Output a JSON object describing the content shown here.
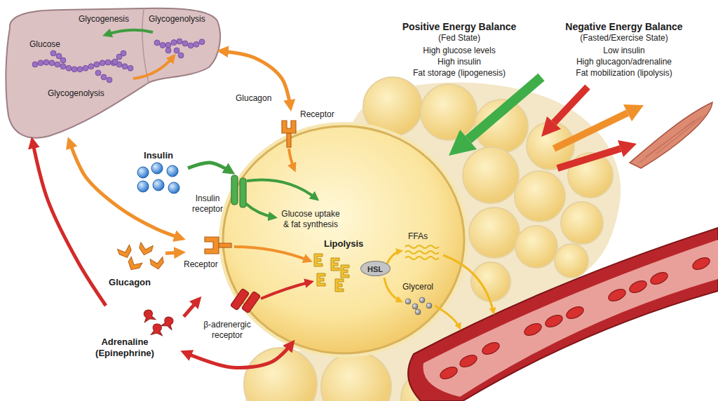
{
  "diagram": {
    "nodes": [
      {
        "text": [
          "Glycogenesis",
          "Glycogenolysis",
          "Glucose",
          "Glycogenolysis"
        ]
      },
      {
        "text": [
          "Glucose uptake & fat synthesis",
          "FFAs",
          "Lipolysis",
          "Glycerol"
        ]
      },
      {
        "text": [
          "Receptor"
        ],
        "in": 1
      },
      {
        "text": [
          "Insulin receptor"
        ],
        "in": 1
      },
      {
        "text": [
          "Receptor"
        ],
        "in": 1
      },
      {
        "text": [
          "β-adrenergic receptor"
        ],
        "in": 1
      },
      {
        "text": [
          "HSL"
        ],
        "in": 1
      },
      {
        "text": [
          "Insulin"
        ]
      },
      {
        "text": [
          "Glucagon"
        ]
      },
      {
        "text": [
          "Adrenaline (Epinephrine)"
        ]
      }
    ],
    "edges": [
      {
        "from": 2,
        "to": 0,
        "label": "Glucagon",
        "arrow": "both"
      },
      {
        "from": 7,
        "to": 3,
        "arrow": "to"
      },
      {
        "from": 4,
        "to": 0,
        "arrow": "both"
      },
      {
        "from": 8,
        "to": 4,
        "arrow": "to"
      },
      {
        "from": 9,
        "to": 0,
        "arrow": "to"
      },
      {
        "from": 9,
        "to": 5,
        "arrow": "to"
      },
      {
        "from": 9,
        "to": 1,
        "arrow": "both"
      }
    ],
    "labels": [
      "Positive Energy Balance",
      "(Fed State)",
      "High glucose levels",
      "High insulin",
      "Fat storage (lipogenesis)",
      "Negative Energy Balance",
      "(Fasted/Exercise State)",
      "Low insulin",
      "High glucagon/adrenaline",
      "Fat mobilization (lipolysis)"
    ]
  }
}
